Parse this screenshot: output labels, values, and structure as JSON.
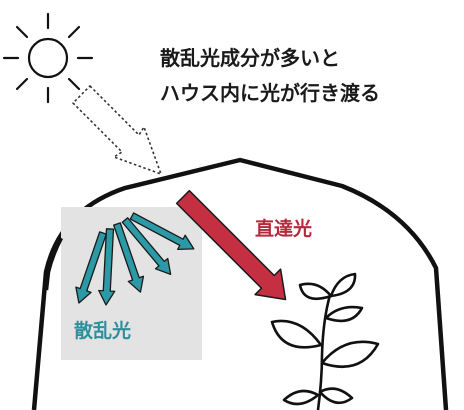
{
  "headline": {
    "line1": "散乱光成分が多いと",
    "line2": "ハウス内に光が行き渡る"
  },
  "labels": {
    "direct_light": "直達光",
    "diffuse_light": "散乱光"
  },
  "colors": {
    "direct_arrow": "#c42f42",
    "direct_text": "#b8283d",
    "diffuse_arrow": "#2b9aa6",
    "diffuse_text": "#2f8f9b",
    "diffuse_box": "#e3e3e3",
    "outline": "#111111"
  },
  "icons": {
    "sun": "sun-icon",
    "plant": "plant-icon"
  }
}
